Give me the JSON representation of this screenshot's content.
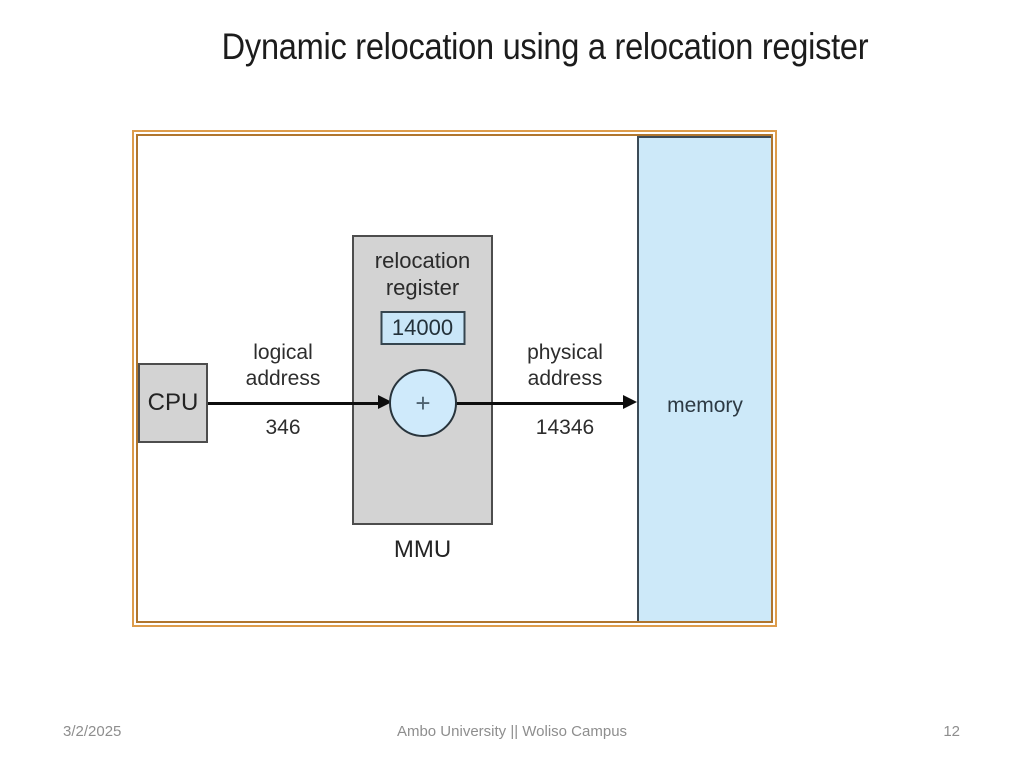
{
  "slide": {
    "title": "Dynamic relocation using a relocation register",
    "footer": {
      "date": "3/2/2025",
      "center_text": "Ambo University || Woliso Campus",
      "page_number": "12"
    }
  },
  "diagram": {
    "cpu": {
      "label": "CPU"
    },
    "logical_address": {
      "line1": "logical",
      "line2": "address",
      "value": "346"
    },
    "relocation_register": {
      "line1": "relocation",
      "line2": "register",
      "value": "14000"
    },
    "adder": {
      "symbol": "+"
    },
    "physical_address": {
      "line1": "physical",
      "line2": "address",
      "value": "14346"
    },
    "memory": {
      "label": "memory"
    },
    "mmu": {
      "label": "MMU"
    },
    "colors": {
      "frame_orange_outer": "#dd9c4b",
      "frame_orange_inner": "#b0762e",
      "box_gray_fill": "#d3d3d3",
      "box_gray_border": "#4d4d4d",
      "blue_fill": "#cde9f9",
      "blue_border": "#3c4b57",
      "arrow_black": "#0d0d0d",
      "footer_gray": "#8e8e8e",
      "title_black": "#1c1c1c"
    }
  }
}
